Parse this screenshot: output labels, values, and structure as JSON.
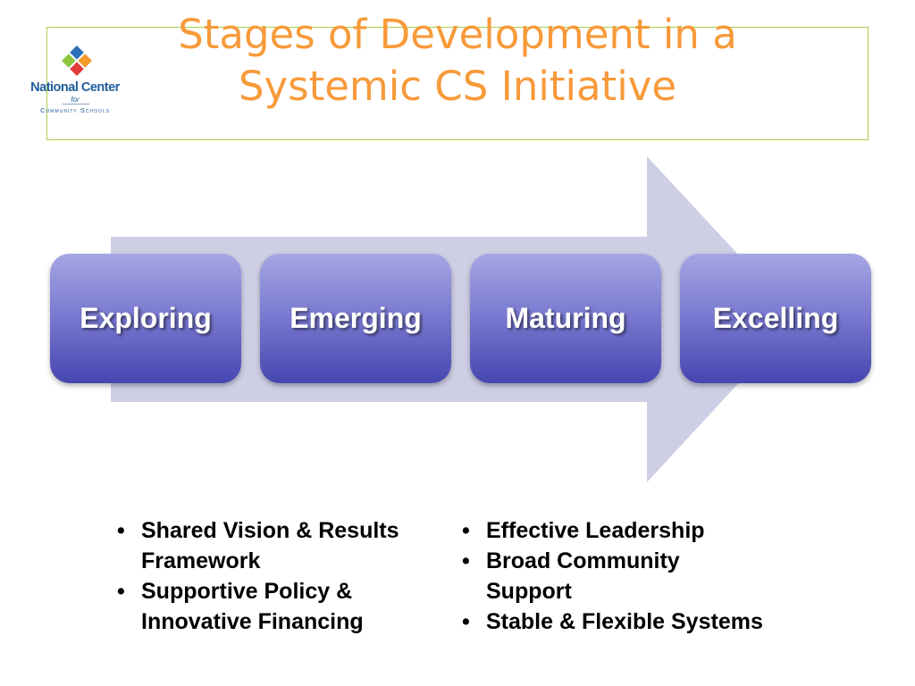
{
  "title": "Stages of Development in a Systemic CS Initiative",
  "logo": {
    "name": "National Center",
    "for": "for",
    "tagline": "Community Schools"
  },
  "stages": [
    "Exploring",
    "Emerging",
    "Maturing",
    "Excelling"
  ],
  "bullets_left": [
    "Shared Vision & Results Framework",
    "Supportive Policy & Innovative Financing"
  ],
  "bullets_right": [
    "Effective Leadership",
    "Broad Community Support",
    "Stable & Flexible Systems"
  ],
  "colors": {
    "title": "#f79a3a",
    "frame": "#a8cf4a",
    "arrow": "#c9c9e2",
    "stage_top": "#a6a6e4",
    "stage_bottom": "#4646b0",
    "logo_blue": "#1f5c9c"
  }
}
